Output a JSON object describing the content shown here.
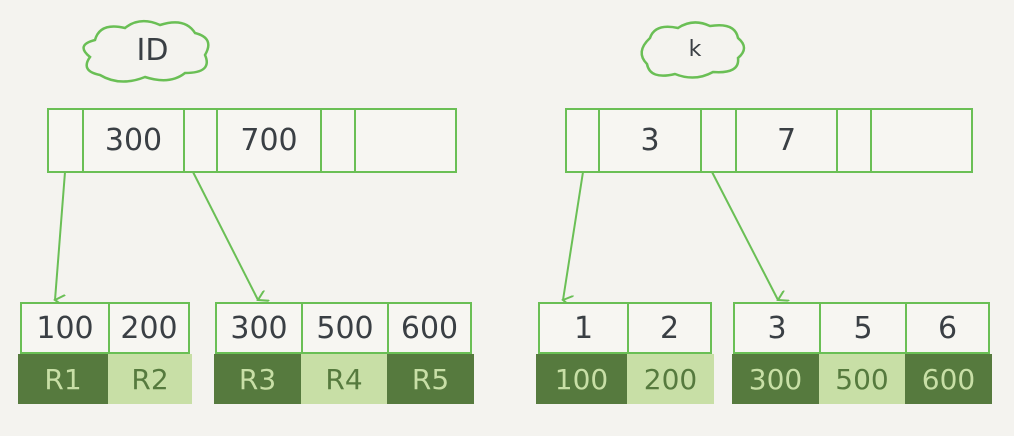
{
  "id_tree": {
    "label": "ID",
    "root_keys": [
      "300",
      "700"
    ],
    "leaves": [
      {
        "keys": [
          "100",
          "200"
        ],
        "values": [
          "R1",
          "R2"
        ]
      },
      {
        "keys": [
          "300",
          "500",
          "600"
        ],
        "values": [
          "R3",
          "R4",
          "R5"
        ]
      }
    ]
  },
  "k_tree": {
    "label": "k",
    "root_keys": [
      "3",
      "7"
    ],
    "leaves": [
      {
        "keys": [
          "1",
          "2"
        ],
        "values": [
          "100",
          "200"
        ]
      },
      {
        "keys": [
          "3",
          "5",
          "6"
        ],
        "values": [
          "300",
          "500",
          "600"
        ]
      }
    ]
  },
  "colors": {
    "border": "#6abf55",
    "dark": "#567a3e",
    "light": "#c8dfa6",
    "background": "#f4f3ef"
  }
}
